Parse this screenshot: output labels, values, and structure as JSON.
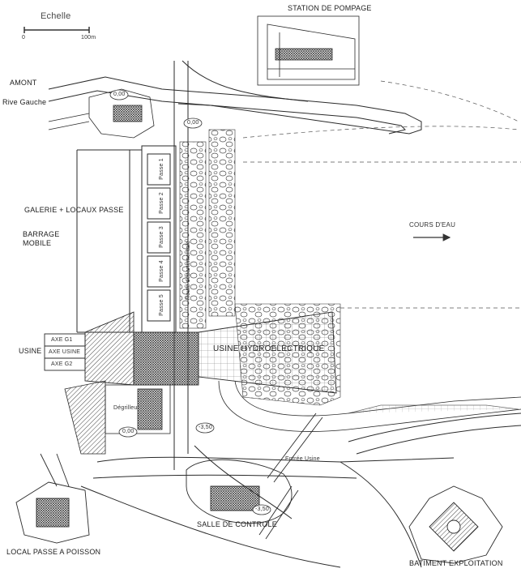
{
  "scale": {
    "title": "Echelle",
    "start": "0",
    "end": "100m"
  },
  "labels": {
    "station_pompage": "STATION DE POMPAGE",
    "amont": "AMONT",
    "rive_gauche": "Rive Gauche",
    "galerie": "GALERIE + LOCAUX PASSE",
    "barrage": "BARRAGE",
    "mobile": "MOBILE",
    "cours_eau": "COURS D'EAU",
    "usine": "USINE",
    "usine_hydro": "USINE HYDROELECTRIQUE",
    "salle_controle": "SALLE DE CONTROLE",
    "local_passe": "LOCAL PASSE A POISSON",
    "batiment": "BATIMENT EXPLOITATION"
  },
  "small_labels": {
    "elev_top": "0,00",
    "elev_mid": "0,00",
    "elev_low": "0,00",
    "elev_neg1": "-3,50",
    "elev_neg2": "-3,50",
    "axe_g1": "AXE G1",
    "axe_usine": "AXE USINE",
    "axe_g2": "AXE G2",
    "passe1": "Passe 1",
    "passe2": "Passe 2",
    "passe3": "Passe 3",
    "passe4": "Passe 4",
    "passe5": "Passe 5",
    "route": "Route départementale",
    "degrilleur": "Dégrilleur",
    "entree": "Entrée Usine"
  },
  "colors": {
    "ink": "#2a2a2a",
    "paper": "#ffffff",
    "hatch": "#555555"
  }
}
